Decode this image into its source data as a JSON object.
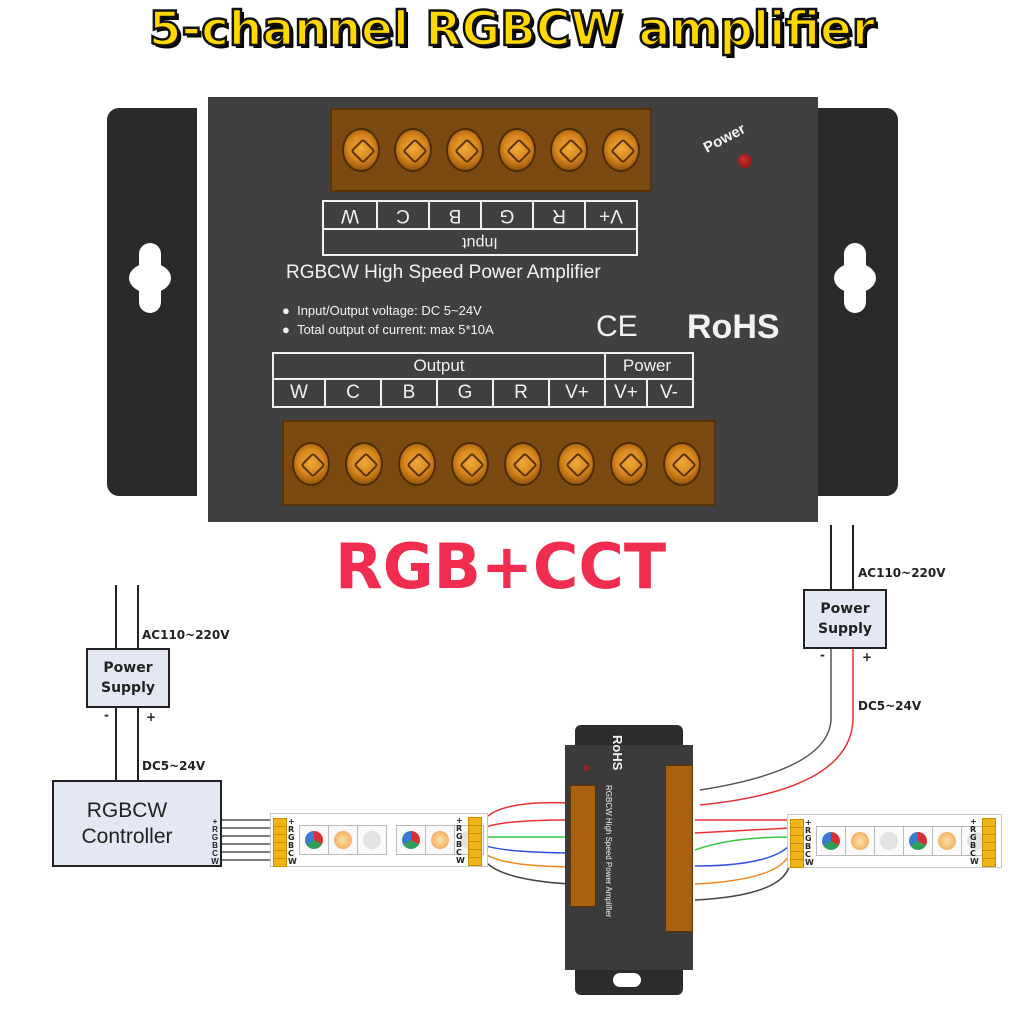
{
  "title": "5-channel RGBCW amplifier",
  "device": {
    "power_indicator_label": "Power",
    "input_table": {
      "channels": [
        "W",
        "C",
        "B",
        "G",
        "R",
        "V+"
      ],
      "caption": "Input"
    },
    "product_name": "RGBCW High Speed Power Amplifier",
    "specs": [
      "Input/Output voltage: DC 5~24V",
      "Total output of current: max 5*10A"
    ],
    "cert_ce": "CE",
    "cert_rohs": "RoHS",
    "output_table": {
      "output_caption": "Output",
      "power_caption": "Power",
      "output_channels": [
        "W",
        "C",
        "B",
        "G",
        "R",
        "V+"
      ],
      "power_channels": [
        "V+",
        "V-"
      ]
    },
    "input_terminal_count": 6,
    "output_terminal_count": 8
  },
  "subtitle": "RGB+CCT",
  "diagram": {
    "left_power_supply": {
      "ac_label": "AC110~220V",
      "label_line1": "Power",
      "label_line2": "Supply",
      "minus": "-",
      "plus": "+",
      "dc_label": "DC5~24V"
    },
    "right_power_supply": {
      "ac_label": "AC110~220V",
      "label_line1": "Power",
      "label_line2": "Supply",
      "minus": "-",
      "plus": "+",
      "dc_label": "DC5~24V"
    },
    "controller": {
      "line1": "RGBCW",
      "line2": "Controller",
      "pins": [
        "+",
        "R",
        "G",
        "B",
        "C",
        "W"
      ]
    },
    "strip_pins": [
      "+",
      "R",
      "G",
      "B",
      "C",
      "W"
    ],
    "wire_colors": {
      "plus": "#e83030",
      "R": "#e83030",
      "G": "#2ecc40",
      "B": "#3050e0",
      "C": "#f08a20",
      "W": "#444444"
    }
  }
}
